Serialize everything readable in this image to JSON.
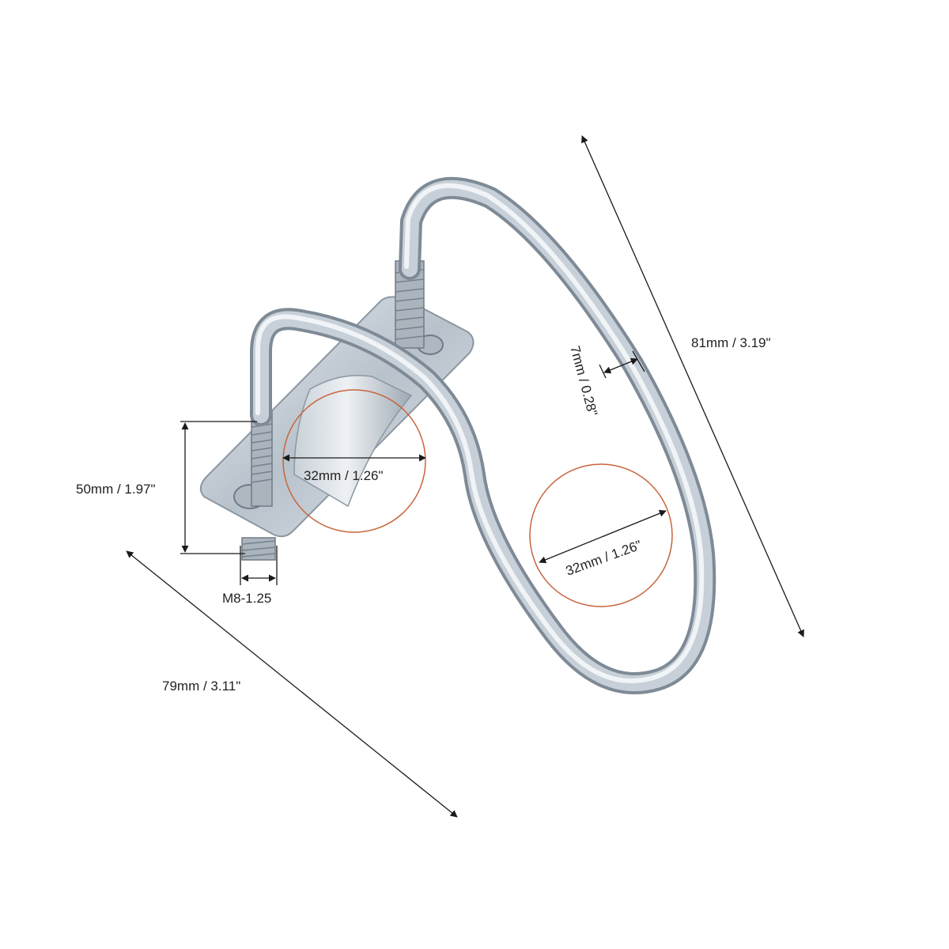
{
  "colors": {
    "background": "#ffffff",
    "dimension_line": "#1a1a1a",
    "highlight_circle": "#c8643a",
    "metal_light": "#eef1f4",
    "metal_mid": "#b9c3cc",
    "metal_dark": "#7e8a95"
  },
  "dimensions": {
    "length_diagonal": "81mm / 3.19\"",
    "width_diagonal": "79mm / 3.11\"",
    "bolt_height": "50mm / 1.97\"",
    "thread_size": "M8-1.25",
    "wire_diameter": "7mm / 0.28\"",
    "clamp_diameter": "32mm / 1.26\"",
    "hook_diameter": "32mm / 1.26\""
  }
}
